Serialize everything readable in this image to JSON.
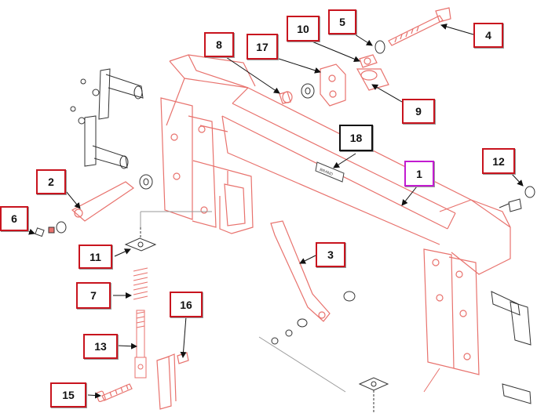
{
  "colors": {
    "part_line": "#e8726d",
    "part_line_dark": "#d9534f",
    "hardware_line": "#333333",
    "callout_border_default": "#c8141e",
    "callout_border_highlight": "#c21bd0",
    "callout_border_decal": "#111111",
    "leader": "#111111"
  },
  "decal_text": "BRAND",
  "callouts": [
    {
      "id": "c1",
      "label": "1",
      "color": "magenta"
    },
    {
      "id": "c2",
      "label": "2",
      "color": "red"
    },
    {
      "id": "c3",
      "label": "3",
      "color": "red"
    },
    {
      "id": "c4",
      "label": "4",
      "color": "red"
    },
    {
      "id": "c5",
      "label": "5",
      "color": "red"
    },
    {
      "id": "c6",
      "label": "6",
      "color": "red"
    },
    {
      "id": "c7",
      "label": "7",
      "color": "red"
    },
    {
      "id": "c8",
      "label": "8",
      "color": "red"
    },
    {
      "id": "c9",
      "label": "9",
      "color": "red"
    },
    {
      "id": "c10",
      "label": "10",
      "color": "red"
    },
    {
      "id": "c11",
      "label": "11",
      "color": "red"
    },
    {
      "id": "c12",
      "label": "12",
      "color": "red"
    },
    {
      "id": "c13",
      "label": "13",
      "color": "red"
    },
    {
      "id": "c15",
      "label": "15",
      "color": "red"
    },
    {
      "id": "c16",
      "label": "16",
      "color": "red"
    },
    {
      "id": "c17",
      "label": "17",
      "color": "red"
    },
    {
      "id": "c18",
      "label": "18",
      "color": "black"
    }
  ]
}
